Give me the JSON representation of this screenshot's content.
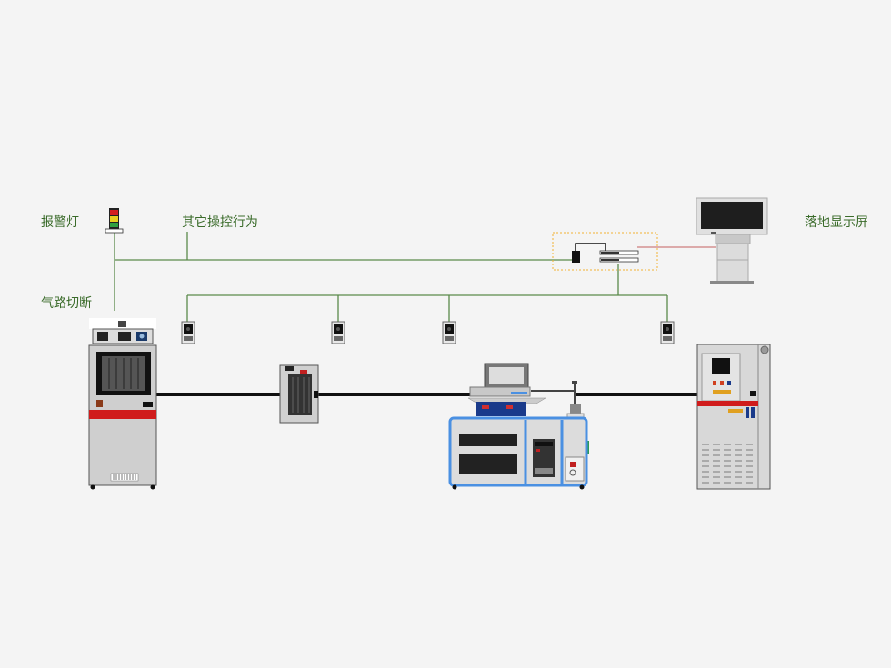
{
  "labels": {
    "alarm_light": "报警灯",
    "other_control": "其它操控行为",
    "gas_cutoff": "气路切断",
    "floor_display": "落地显示屏"
  },
  "colors": {
    "network_line": "#5a8a4a",
    "pipe_line": "#111111",
    "label_text": "#3a6b2a",
    "device_red": "#d01c1c",
    "device_blue": "#4a90e2",
    "switch_box_border": "#f2b233",
    "red_link": "#c46060"
  },
  "icons": [
    "alarm-light-icon",
    "floor-display-screen-icon",
    "network-switch-icon",
    "gas-detector-icon",
    "gas-cabinet-icon",
    "valve-box-icon",
    "process-tool-icon",
    "exhaust-cabinet-icon"
  ]
}
